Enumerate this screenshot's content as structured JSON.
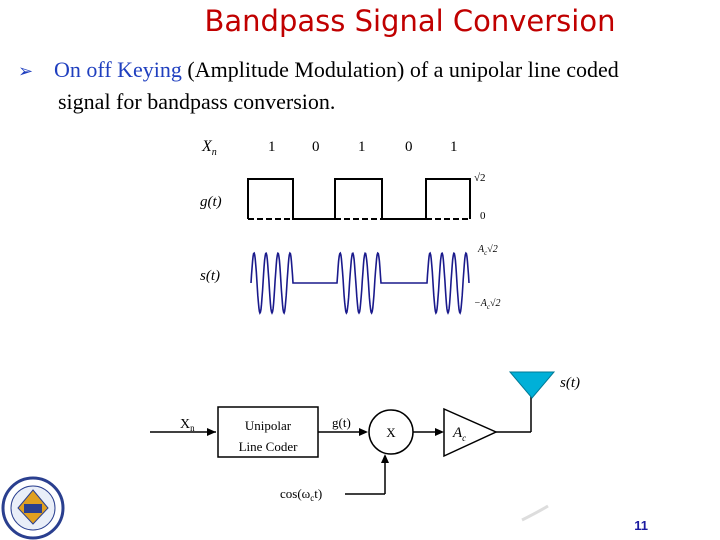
{
  "slide": {
    "title": "Bandpass Signal Conversion",
    "bullet_highlight": "On off Keying",
    "bullet_rest_line1": " (Amplitude Modulation) of a unipolar line coded",
    "bullet_line2": "signal for bandpass conversion.",
    "page_number": "11"
  },
  "waveform": {
    "xn_label": "X",
    "xn_sub": "n",
    "bits": [
      "1",
      "0",
      "1",
      "0",
      "1"
    ],
    "g_label": "g(t)",
    "s_label": "s(t)",
    "g_high": "√2",
    "g_low": "0",
    "s_high": "A",
    "s_high_sub": "c",
    "s_high_tail": "√2",
    "s_low": "−A",
    "s_low_sub": "c",
    "s_low_tail": "√2"
  },
  "block_diagram": {
    "input_label": "X",
    "input_sub": "n",
    "coder_line1": "Unipolar",
    "coder_line2": "Line Coder",
    "g_label": "g(t)",
    "multiplier": "X",
    "amp": "A",
    "amp_sub": "c",
    "output_label": "s(t)",
    "carrier_label": "cos(ω",
    "carrier_sub": "c",
    "carrier_tail": "t)"
  },
  "colors": {
    "title": "#c00000",
    "highlight": "#1f3fbf",
    "wave": "#1a1a8c",
    "antenna": "#00b0d8",
    "page_number": "#1a1aa0"
  }
}
